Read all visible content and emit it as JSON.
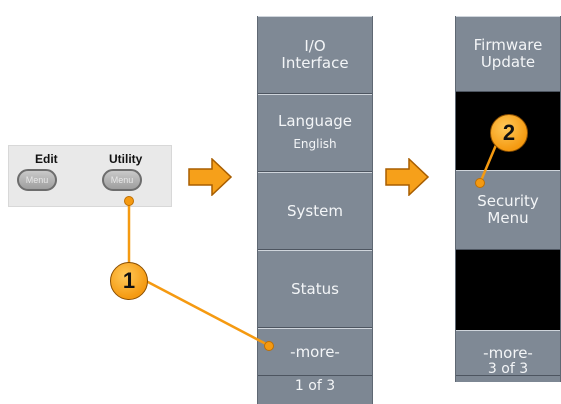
{
  "front_panel": {
    "edit_label": "Edit",
    "edit_button": "Menu",
    "utility_label": "Utility",
    "utility_button": "Menu"
  },
  "menu1": {
    "io_line1": "I/O",
    "io_line2": "Interface",
    "language": "Language",
    "language_value": "English",
    "system": "System",
    "status": "Status",
    "more": "-more-",
    "page": "1 of 3"
  },
  "menu2": {
    "firmware_line1": "Firmware",
    "firmware_line2": "Update",
    "security_line1": "Security",
    "security_line2": "Menu",
    "more": "-more-",
    "page": "3 of 3"
  },
  "callouts": {
    "one": "1",
    "two": "2"
  },
  "colors": {
    "accent": "#f59a11",
    "menu_bg": "#7f8995"
  },
  "icons": {
    "arrow": "right-arrow-icon"
  }
}
